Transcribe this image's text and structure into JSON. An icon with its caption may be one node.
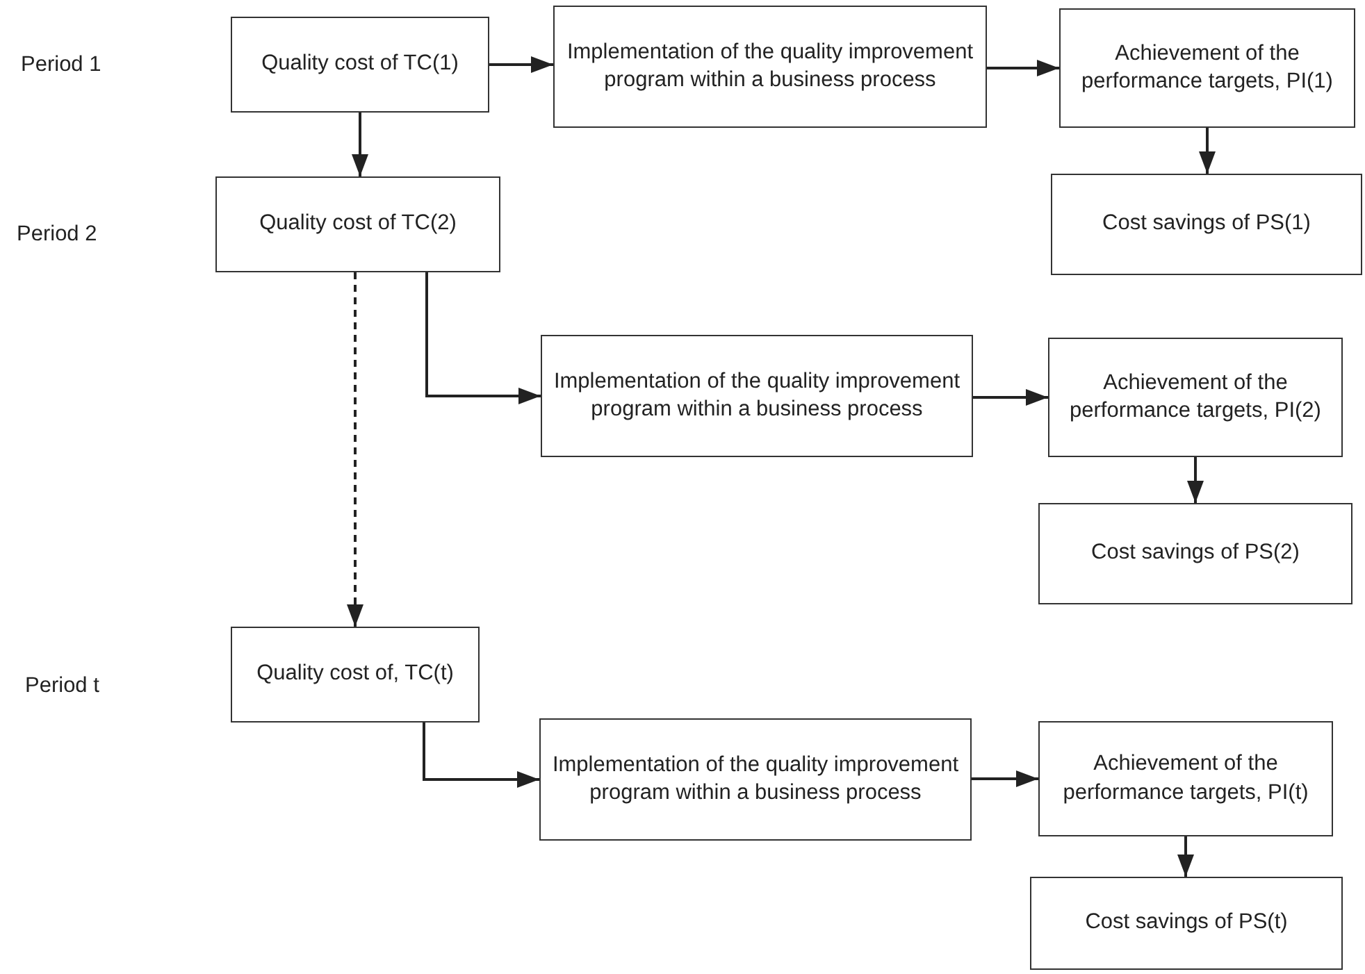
{
  "diagram": {
    "nodes": [
      {
        "text": [
          "Quality cost of TC(1)"
        ]
      },
      {
        "text": [
          "Implementation of the quality improvement program within a business process"
        ]
      },
      {
        "text": [
          "Achievement of the performance targets, PI(1)"
        ]
      },
      {
        "text": [
          "Cost savings of PS(1)"
        ]
      },
      {
        "text": [
          "Quality cost of TC(2)"
        ]
      },
      {
        "text": [
          "Implementation of the quality improvement program within a business process"
        ]
      },
      {
        "text": [
          "Achievement of the performance targets, PI(2)"
        ]
      },
      {
        "text": [
          "Cost savings of PS(2)"
        ]
      },
      {
        "text": [
          "Quality cost of, TC(t)"
        ]
      },
      {
        "text": [
          "Implementation of the quality improvement program within a business process"
        ]
      },
      {
        "text": [
          "Achievement of the performance targets, PI(t)"
        ]
      },
      {
        "text": [
          "Cost savings of PS(t)"
        ]
      }
    ],
    "edges": [
      {
        "from": 0,
        "to": 1,
        "arrow": "to"
      },
      {
        "from": 1,
        "to": 2,
        "arrow": "to"
      },
      {
        "from": 2,
        "to": 3,
        "arrow": "to"
      },
      {
        "from": 0,
        "to": 4,
        "arrow": "to"
      },
      {
        "from": 4,
        "to": 5,
        "arrow": "to"
      },
      {
        "from": 5,
        "to": 6,
        "arrow": "to"
      },
      {
        "from": 6,
        "to": 7,
        "arrow": "to"
      },
      {
        "from": 4,
        "to": 8,
        "arrow": "to",
        "style": "dashed"
      },
      {
        "from": 8,
        "to": 9,
        "arrow": "to"
      },
      {
        "from": 9,
        "to": 10,
        "arrow": "to"
      },
      {
        "from": 10,
        "to": 11,
        "arrow": "to"
      }
    ],
    "labels": [
      "Period 1",
      "Period 2",
      "Period t"
    ]
  }
}
